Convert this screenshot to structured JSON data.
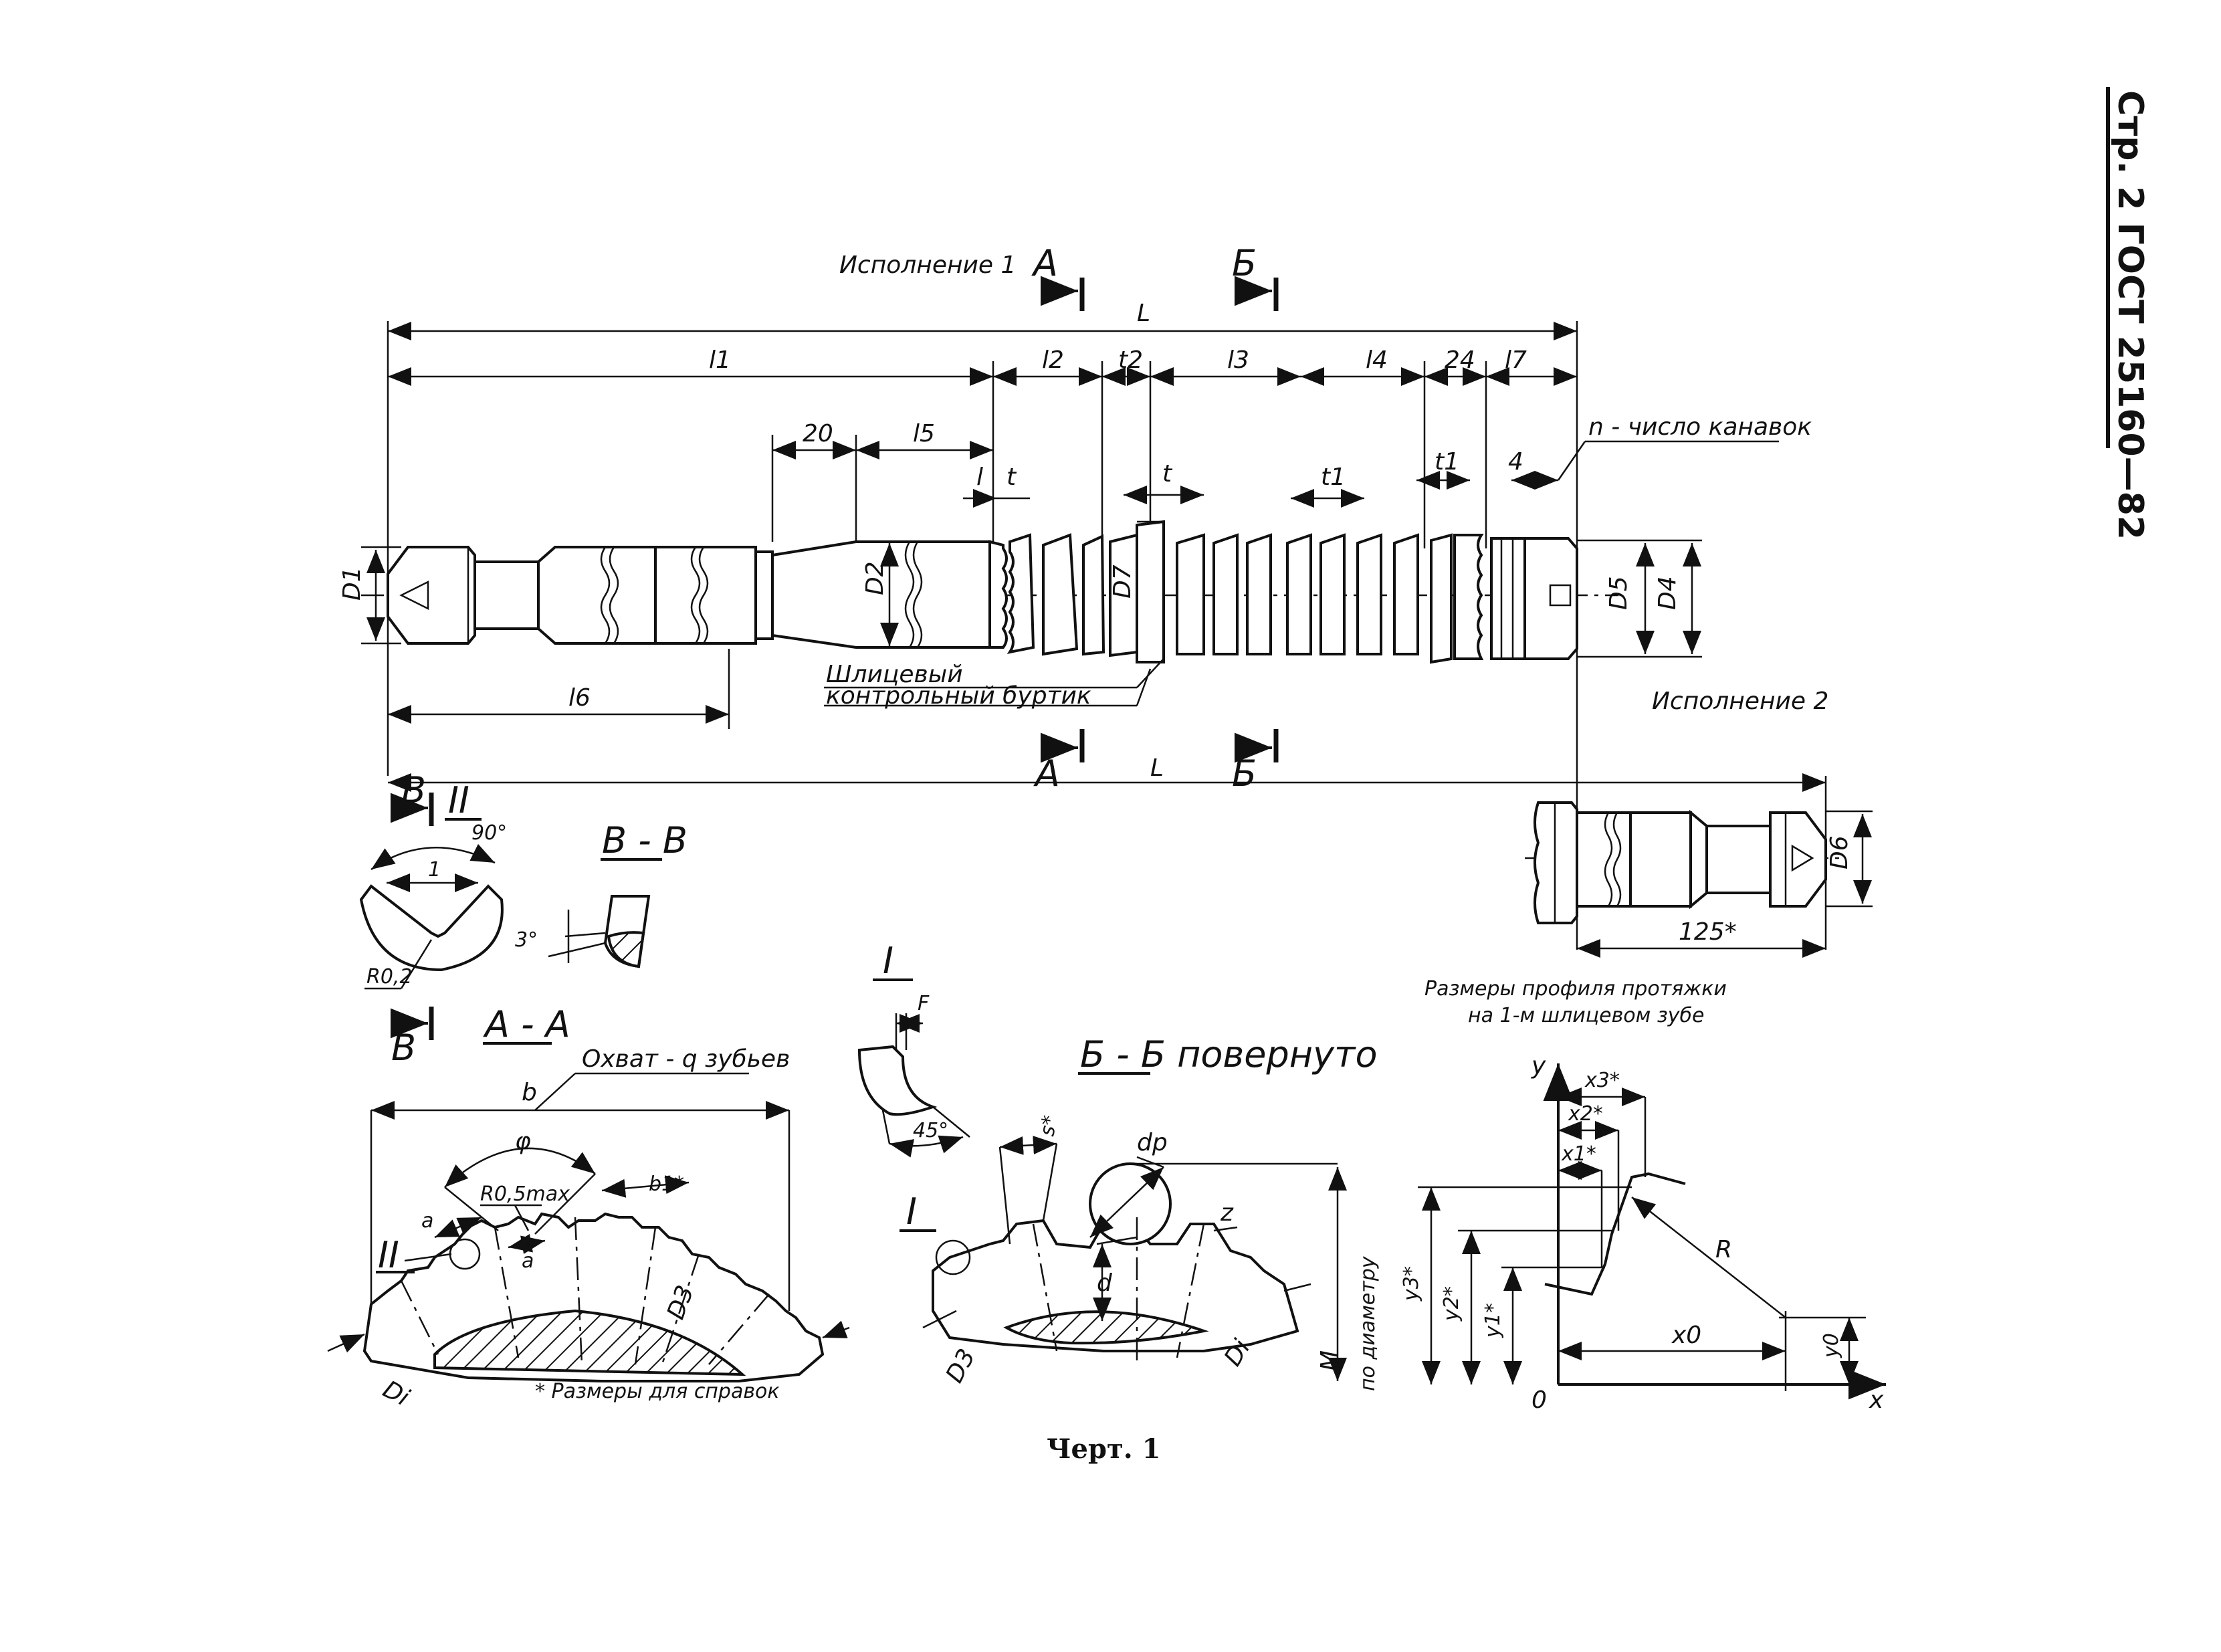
{
  "header": {
    "page_ref": "Стр. 2 ГОСТ 25160—82"
  },
  "variant_1": {
    "label": "Исполнение 1"
  },
  "variant_2": {
    "label": "Исполнение 2"
  },
  "section_markers": {
    "a": "А",
    "b": "Б",
    "v": "В",
    "detail_2": "II",
    "detail_1": "I"
  },
  "main_dims": {
    "L": "L",
    "l1": "l1",
    "l2": "l2",
    "t2": "t2",
    "l3": "l3",
    "l4": "l4",
    "d24": "24",
    "l7": "l7",
    "d20": "20",
    "l5": "l5",
    "l": "l",
    "t": "t",
    "t1": "t1",
    "d4": "4",
    "l6": "l6",
    "D1": "D1",
    "D2": "D2",
    "D7": "D7",
    "D5": "D5",
    "D4": "D4",
    "D6": "D6",
    "d125": "125*",
    "grooves_note": "n - число канавок",
    "spline_collar_1": "Шлицевый",
    "spline_collar_2": "контрольный буртик"
  },
  "detail_II": {
    "angle": "90°",
    "width": "1",
    "radius": "R0,2"
  },
  "section_VV": {
    "title": "В - В",
    "angle": "3°"
  },
  "section_AA": {
    "title": "А - А",
    "coverage_note": "Охват - q зубьев",
    "b": "b",
    "phi": "φ",
    "radius": "R0,5max",
    "a": "a",
    "b1": "b1*",
    "D3": "D3",
    "Di": "Di",
    "ref_note": "* Размеры для справок"
  },
  "detail_I": {
    "F": "F",
    "angle": "45°"
  },
  "section_BB": {
    "title": "Б - Б повернуто",
    "s": "s*",
    "dp": "dp",
    "d": "d",
    "z": "z",
    "D3": "D3",
    "Di": "Di",
    "M": "M",
    "by_diameter": "по диаметру"
  },
  "profile": {
    "title_1": "Размеры профиля протяжки",
    "title_2": "на 1-м шлицевом зубе",
    "x3": "x3*",
    "x2": "x2*",
    "x1": "x1*",
    "y3": "y3*",
    "y2": "y2*",
    "y1": "y1*",
    "R": "R",
    "x0": "x0",
    "y0": "y0",
    "y_axis": "y",
    "x_axis": "x",
    "origin": "0"
  },
  "caption": "Черт. 1"
}
